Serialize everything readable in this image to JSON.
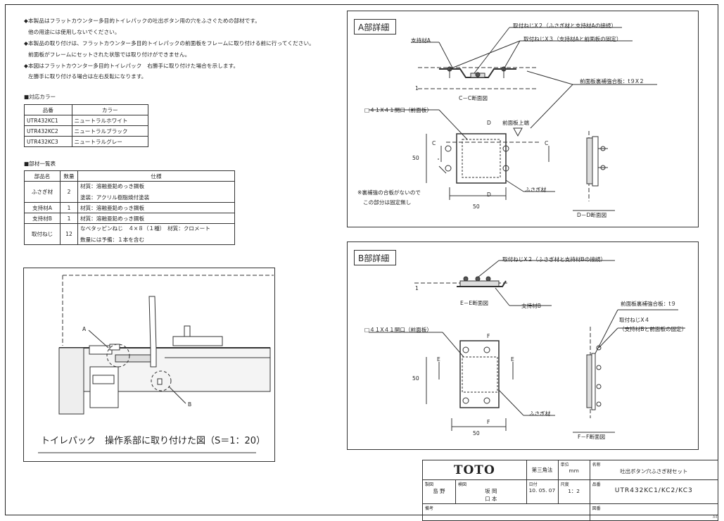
{
  "notes": [
    "◆本製品はフラットカウンター多目的トイレパックの吐出ボタン用の穴をふさぐための部材です。",
    "他の用途には使用しないでください。",
    "◆本製品の取り付けは、フラットカウンター多目的トイレパックの前面板をフレームに取り付ける前に行ってください。",
    "前面板がフレームにセットされた状態では取り付けができません。",
    "◆本図はフラットカウンター多目的トイレパック　右勝手に取り付けた場合を示します。",
    "左勝手に取り付ける場合は左右反転になります。"
  ],
  "colors_section": {
    "title": "■対応カラー",
    "headers": [
      "品番",
      "カラー"
    ],
    "rows": [
      [
        "UTR432KC1",
        "ニュートラルホワイト"
      ],
      [
        "UTR432KC2",
        "ニュートラルブラック"
      ],
      [
        "UTR432KC3",
        "ニュートラルグレー"
      ]
    ]
  },
  "parts_section": {
    "title": "■部材一覧表",
    "headers": [
      "部品名",
      "数量",
      "仕様"
    ],
    "rows": [
      {
        "name": "ふさぎ材",
        "qty": "2",
        "spec": [
          "材質：溶融亜鉛めっき鋼板",
          "塗装：アクリル樹脂焼付塗装"
        ]
      },
      {
        "name": "支持材A",
        "qty": "1",
        "spec": [
          "材質：溶融亜鉛めっき鋼板"
        ]
      },
      {
        "name": "支持材B",
        "qty": "1",
        "spec": [
          "材質：溶融亜鉛めっき鋼板"
        ]
      },
      {
        "name": "取付ねじ",
        "qty": "12",
        "spec": [
          "なべタッピンねじ　４×８（１種）　材質：クロメート",
          "数量には予備：１本を含む"
        ]
      }
    ]
  },
  "overview": {
    "caption": "トイレパック　操作系部に取り付けた図（S＝1：20）",
    "label_a": "A",
    "label_b": "B"
  },
  "detail_a": {
    "title": "A部詳細",
    "screw_x2": "取付ねじX２（ふさぎ材と支持材Aの接続）",
    "screw_x3": "取付ねじX３（支持材Aと前面板の固定）",
    "support_a": "支持材A",
    "reinforce": "前面板裏補強合板：t９X２",
    "section_cc": "C－C断面図",
    "opening": "□４１X４１開口（前面板）",
    "front_top": "前面板上端",
    "cover": "ふさぎ材",
    "dim_50_v": "50",
    "dim_50_h": "50",
    "no_fix_1": "※裏補強の合板がないので",
    "no_fix_2": "この部分は固定無し",
    "section_dd": "D－D断面図",
    "mark_d": "D",
    "mark_c": "C",
    "dim_1": "1"
  },
  "detail_b": {
    "title": "B部詳細",
    "screw_x2": "取付ねじX２（ふさぎ材と支持材Bの接続）",
    "section_ee": "E－E断面図",
    "support_b": "支持材B",
    "reinforce": "前面板裏補強合板：t９",
    "screw_x4": "取付ねじX４",
    "screw_x4_note": "（支持材Bと前面板の固定）",
    "opening": "□４１X４１開口（前面板）",
    "cover": "ふさぎ材",
    "dim_50_v": "50",
    "dim_50_h": "50",
    "section_ff": "F－F断面図",
    "mark_f": "F",
    "mark_e": "E",
    "dim_1": "1"
  },
  "title_block": {
    "logo": "TOTO",
    "projection": "第三角法",
    "unit_label": "単位",
    "unit": "mm",
    "name_label": "名称",
    "name": "吐出ボタン穴ふさぎ材セット",
    "drawn_label": "製図",
    "drawn_by": "島 野",
    "check_label": "検図",
    "checked_by": "坂 岡",
    "checked_by2": "口 本",
    "date_label": "日付",
    "date": "10. 05. 07",
    "scale_label": "尺度",
    "scale": "1：2",
    "part_label": "品番",
    "part": "UTR432KC1/KC2/KC3",
    "remarks_label": "備考",
    "drawing_label": "図番"
  },
  "sheet_size": "A4"
}
